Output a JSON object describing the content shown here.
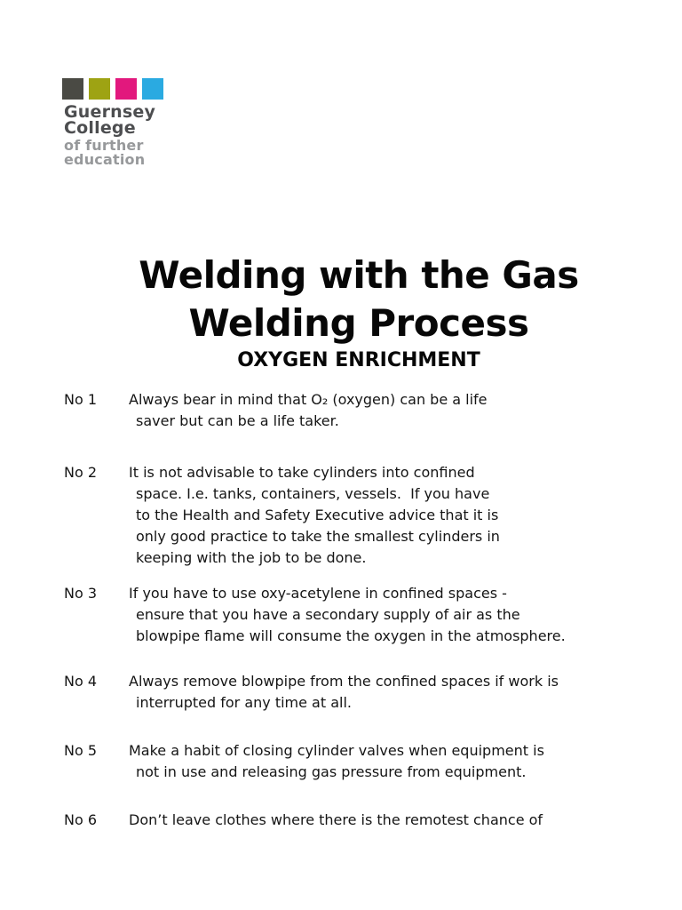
{
  "logo": {
    "squares": [
      {
        "name": "dark-grey",
        "color": "#4a4a44"
      },
      {
        "name": "olive",
        "color": "#9ea313"
      },
      {
        "name": "magenta",
        "color": "#e2187d"
      },
      {
        "name": "cyan",
        "color": "#2aaae1"
      }
    ],
    "name_line1": "Guernsey",
    "name_line2": "College",
    "tagline_line1": "of further",
    "tagline_line2": "education",
    "name_color": "#4d4e50",
    "tagline_color": "#97999b"
  },
  "title": {
    "line1": "Welding with the Gas",
    "line2": "Welding Process",
    "subtitle": "OXYGEN ENRICHMENT"
  },
  "notes": [
    {
      "label": "No 1",
      "lines": [
        "Always bear in mind that O₂ (oxygen) can be a life",
        "saver but can be a life taker."
      ]
    },
    {
      "label": "No 2",
      "lines": [
        "It is not advisable to take cylinders into confined",
        "space. I.e. tanks, containers, vessels.  If you have",
        "to the Health and Safety Executive advice that it is",
        "only good practice to take the smallest cylinders in",
        "keeping with the job to be done."
      ]
    },
    {
      "label": "No 3",
      "lines": [
        "If you have to use oxy-acetylene in confined spaces -",
        "ensure that you have a secondary supply of air as the",
        "blowpipe flame will consume the oxygen in the atmosphere."
      ]
    },
    {
      "label": "No 4",
      "lines": [
        "Always remove blowpipe from the confined spaces if work is",
        "interrupted for any time at all."
      ]
    },
    {
      "label": "No 5",
      "lines": [
        "Make a habit of closing cylinder valves when equipment is",
        "not in use and releasing gas pressure from equipment."
      ]
    },
    {
      "label": "No 6",
      "lines": [
        "Don’t leave clothes where there is the remotest chance of"
      ]
    }
  ]
}
